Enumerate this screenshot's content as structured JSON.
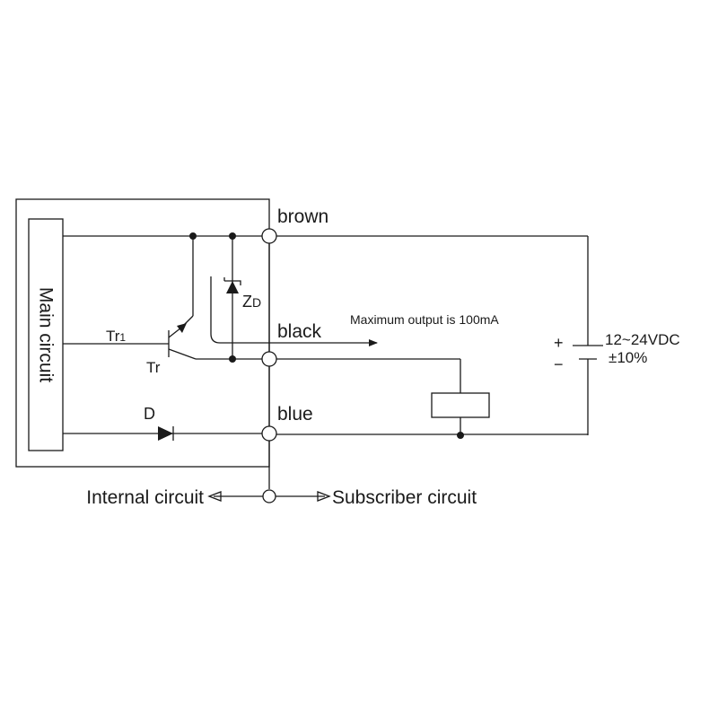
{
  "main_circuit": {
    "label": "Main circuit"
  },
  "wires": {
    "brown": "brown",
    "black": "black",
    "blue": "blue"
  },
  "components": {
    "tr1": {
      "main": "Tr",
      "sub": "1"
    },
    "tr": "Tr",
    "zener": {
      "main": "Z",
      "sub": "D"
    },
    "diode": "D"
  },
  "output_note": "Maximum output is 100mA",
  "supply": {
    "plus": "+",
    "minus": "−",
    "voltage": "12~24VDC",
    "tolerance": "±10%"
  },
  "footer": {
    "internal": "Internal circuit",
    "subscriber": "Subscriber circuit"
  },
  "colors": {
    "line": "#1a1a1a",
    "background": "#ffffff"
  }
}
